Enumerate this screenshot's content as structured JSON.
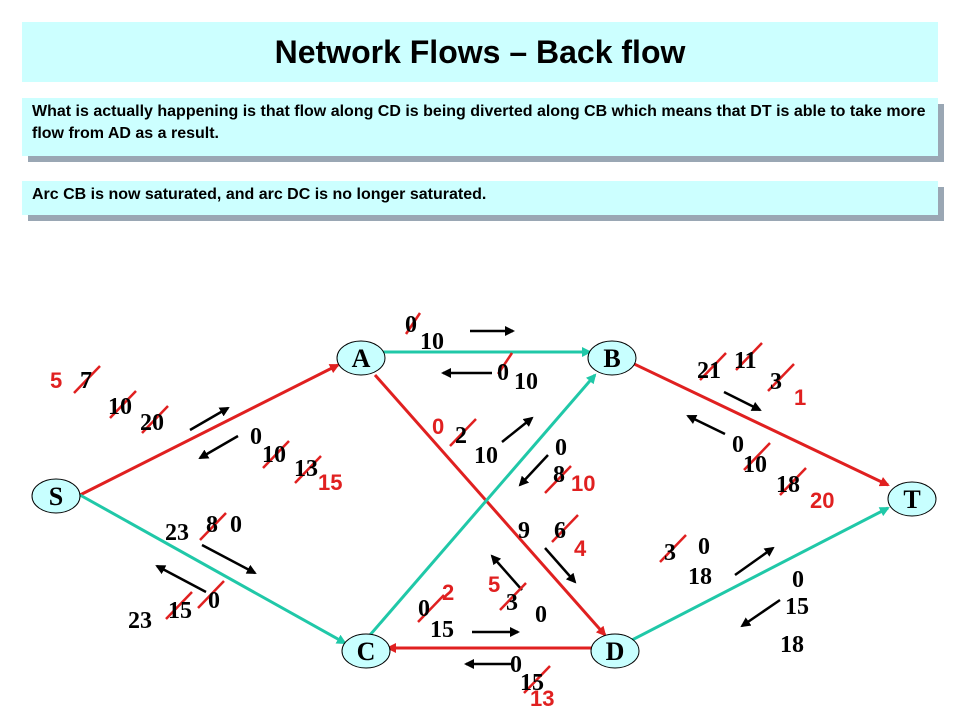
{
  "title": "Network Flows – Back flow",
  "note1": "What is actually happening is that flow along CD is being diverted along CB which means that DT is able to take more flow from AD as a result.",
  "note2": "Arc CB is now saturated, and arc DC is no longer saturated.",
  "nodes": {
    "S": "S",
    "A": "A",
    "B": "B",
    "C": "C",
    "D": "D",
    "T": "T"
  },
  "labels": {
    "sa_5": "5",
    "sa_7": "7",
    "sa_10": "10",
    "sa_20": "20",
    "as_0": "0",
    "as_10": "10",
    "as_13": "13",
    "as_15": "15",
    "sc_23": "23",
    "sc_8": "8",
    "sc_0": "0",
    "cs_23": "23",
    "cs_15": "15",
    "cs_0": "0",
    "ab_0": "0",
    "ab_10": "10",
    "ba_0": "0",
    "ba_10": "10",
    "cb_0": "0",
    "cb_2": "2",
    "cb_10": "10",
    "bc_0": "0",
    "bc_8": "8",
    "bc_10": "10",
    "bt_21": "21",
    "bt_11": "11",
    "bt_3": "3",
    "bt_1": "1",
    "tb_0": "0",
    "tb_10": "10",
    "tb_18": "18",
    "tb_20": "20",
    "ad_9": "9",
    "ad_6": "6",
    "ad_4": "4",
    "da_5": "5",
    "da_3": "3",
    "da_0": "0",
    "dc_0": "0",
    "dc_2": "2",
    "dc_15": "15",
    "cd_0": "0",
    "cd_15": "15",
    "cd_13": "13",
    "dt_3": "3",
    "dt_0": "0",
    "dt_18": "18",
    "td_0": "0",
    "td_15": "15",
    "td_18": "18"
  },
  "colors": {
    "red_arc": "#e02020",
    "teal_arc": "#20c8a8",
    "node_fill": "#c8ffff",
    "strike": "#e02020",
    "panel": "#ccffff"
  }
}
